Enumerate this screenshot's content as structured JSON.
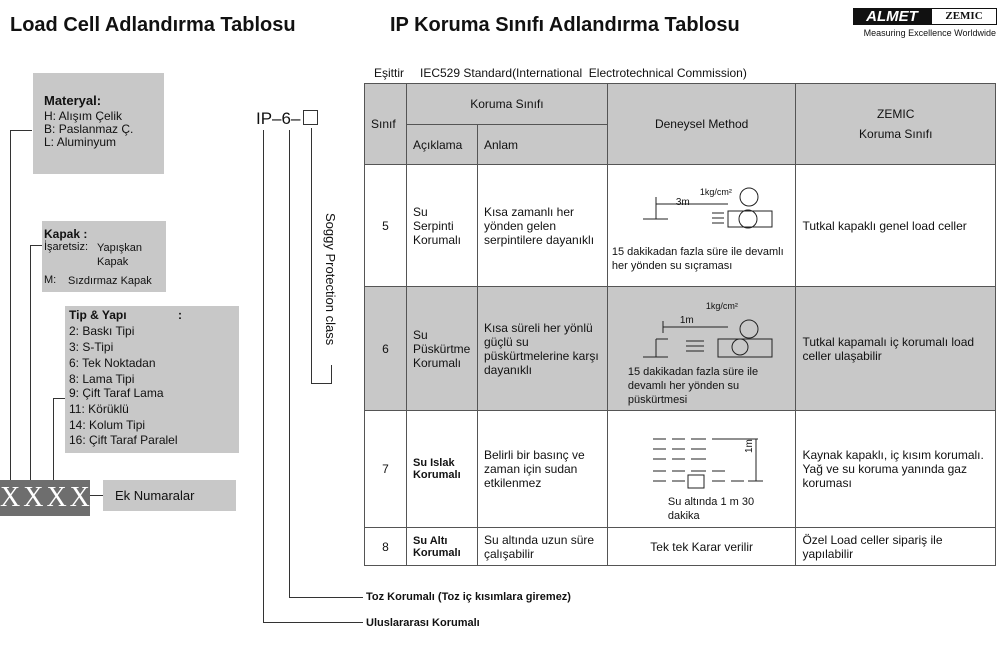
{
  "titles": {
    "left": "Load Cell Adlandırma Tablosu",
    "right": "IP Koruma Sınıfı Adlandırma Tablosu"
  },
  "logo": {
    "brand": "ALMET",
    "partner": "ZEMIC",
    "tagline": "Measuring Excellence Worldwide"
  },
  "materyal": {
    "heading": "Materyal:",
    "items": [
      {
        "code": "H:",
        "label": "Alışım Çelik"
      },
      {
        "code": "B:",
        "label": "Paslanmaz Ç."
      },
      {
        "code": "L:",
        "label": "Aluminyum"
      }
    ]
  },
  "kapak": {
    "heading": "Kapak :",
    "items": [
      {
        "code": "İşaretsiz:",
        "label": "Yapışkan Kapak"
      },
      {
        "code": "M:",
        "label": "Sızdırmaz Kapak"
      }
    ]
  },
  "tip": {
    "heading": "Tip & Yapı",
    "colon": ":",
    "items": [
      {
        "code": "2:",
        "label": "Baskı Tipi"
      },
      {
        "code": "3:",
        "label": "S-Tipi"
      },
      {
        "code": "6:",
        "label": "Tek Noktadan"
      },
      {
        "code": "8:",
        "label": "Lama Tipi"
      },
      {
        "code": "9:",
        "label": "Çift Taraf Lama"
      },
      {
        "code": "11:",
        "label": "Körüklü"
      },
      {
        "code": "14:",
        "label": "Kolum Tipi"
      },
      {
        "code": "16:",
        "label": "Çift Taraf Paralel"
      }
    ]
  },
  "code_box": "XXXX",
  "ek": "Ek Numaralar",
  "ip_code": "IP–6–",
  "vertical_label": "Soggy Protection class",
  "bottom_labels": {
    "toz": "Toz Korumalı (Toz iç kısımlara giremez)",
    "uluslararasi": "Uluslararası Korumalı"
  },
  "standard": {
    "prefix": "Eşittir",
    "text": "IEC529 Standard(International  Electrotechnical Commission)"
  },
  "table": {
    "header": {
      "sinif": "Sınıf",
      "koruma": "Koruma Sınıfı",
      "aciklama": "Açıklama",
      "anlam": "Anlam",
      "deneysel": "Deneysel Method",
      "zemic": "ZEMIC",
      "zemic_sub": "Koruma Sınıfı"
    },
    "rows": [
      {
        "sinif": "5",
        "aciklama": "Su Serpinti Korumalı",
        "anlam": "Kısa zamanlı her yönden gelen serpintilere dayanıklı",
        "method_top": "1kg/cm²",
        "method_dist": "3m",
        "method_caption": "15 dakikadan fazla süre ile devamlı her yönden su sıçraması",
        "zemic": "Tutkal kapaklı genel load celler"
      },
      {
        "sinif": "6",
        "aciklama": "Su Püskürtme Korumalı",
        "anlam": "Kısa süreli her yönlü güçlü su püskürtmelerine karşı dayanıklı",
        "method_top": "1kg/cm²",
        "method_dist": "1m",
        "method_caption": "15 dakikadan fazla süre ile devamlı her yönden su püskürtmesi",
        "zemic": "Tutkal kapamalı iç korumalı load celler ulaşabilir"
      },
      {
        "sinif": "7",
        "aciklama": "Su Islak Korumalı",
        "anlam": "Belirli bir basınç ve zaman için sudan etkilenmez",
        "method_dist": "1m",
        "method_caption": "Su altında 1 m 30 dakika",
        "zemic": "Kaynak kapaklı, iç kısım korumalı. Yağ ve su koruma yanında gaz koruması"
      },
      {
        "sinif": "8",
        "aciklama": "Su Altı Korumalı",
        "anlam": "Su altında uzun süre çalışabilir",
        "method_caption": "Tek tek Karar verilir",
        "zemic": "Özel Load celler sipariş ile yapılabilir"
      }
    ]
  }
}
